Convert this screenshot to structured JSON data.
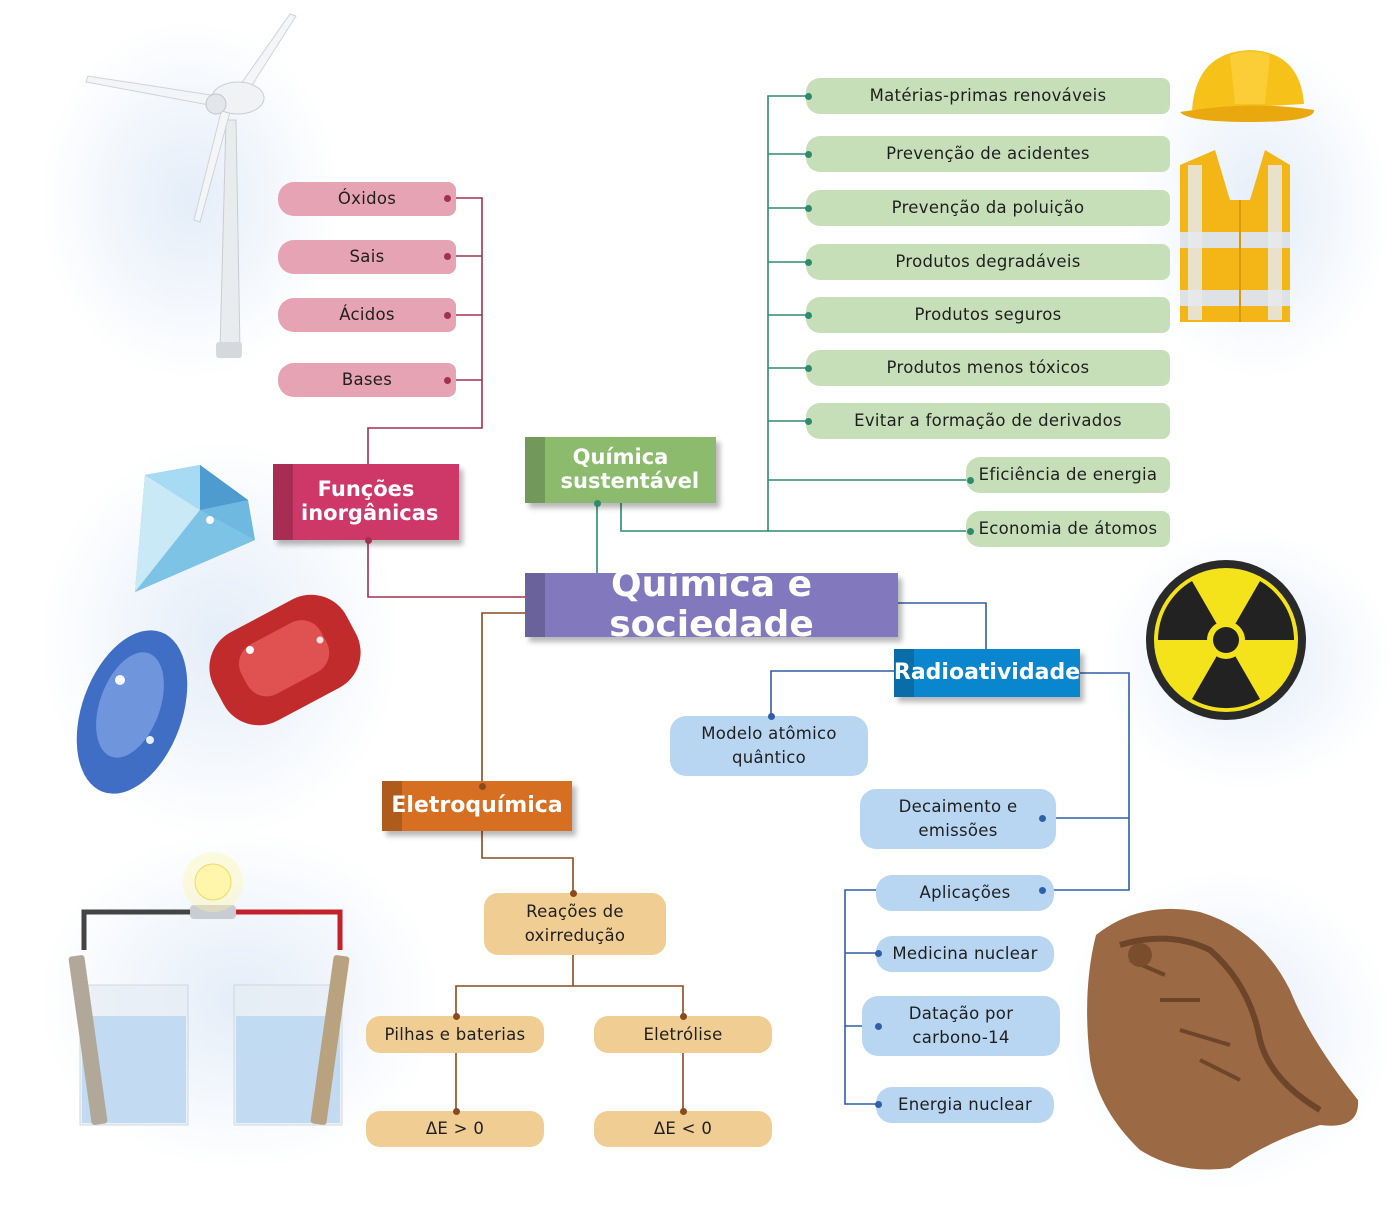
{
  "title": "Química e sociedade",
  "colors": {
    "title": "#8278be",
    "funcoes": "#cd3868",
    "sustentavel": "#8cbb6e",
    "radio": "#0a86cf",
    "eletro": "#d66f22",
    "line_pink": "#a1314f",
    "line_green": "#2e8b6e",
    "line_blue": "#2f5fa8",
    "line_brown": "#8a4a1e"
  },
  "branches": {
    "funcoes": {
      "title": "Funções inorgânicas",
      "items": [
        "Óxidos",
        "Sais",
        "Ácidos",
        "Bases"
      ]
    },
    "sustentavel": {
      "title": "Química sustentável",
      "items": [
        "Matérias-primas renováveis",
        "Prevenção de acidentes",
        "Prevenção da poluição",
        "Produtos degradáveis",
        "Produtos seguros",
        "Produtos menos tóxicos",
        "Evitar a formação de derivados",
        "Eficiência de energia",
        "Economia de átomos"
      ]
    },
    "radio": {
      "title": "Radioatividade",
      "modelo": "Modelo atômico quântico",
      "decaimento": "Decaimento e emissões",
      "aplicacoes": "Aplicações",
      "aplicacoes_items": [
        "Medicina nuclear",
        "Datação por carbono-14",
        "Energia nuclear"
      ]
    },
    "eletro": {
      "title": "Eletroquímica",
      "reacoes": "Reações de oxirredução",
      "pilhas": "Pilhas e baterias",
      "eletrolise": "Eletrólise",
      "pilhas_sign": "ΔE > 0",
      "eletrolise_sign": "ΔE < 0"
    }
  },
  "illustrations": [
    "wind-turbine-icon",
    "hard-hat-icon",
    "safety-vest-icon",
    "diamond-gem-icon",
    "sapphire-gem-icon",
    "ruby-gem-icon",
    "radioactive-symbol-icon",
    "electrolytic-cells-icon",
    "fossil-icon"
  ]
}
